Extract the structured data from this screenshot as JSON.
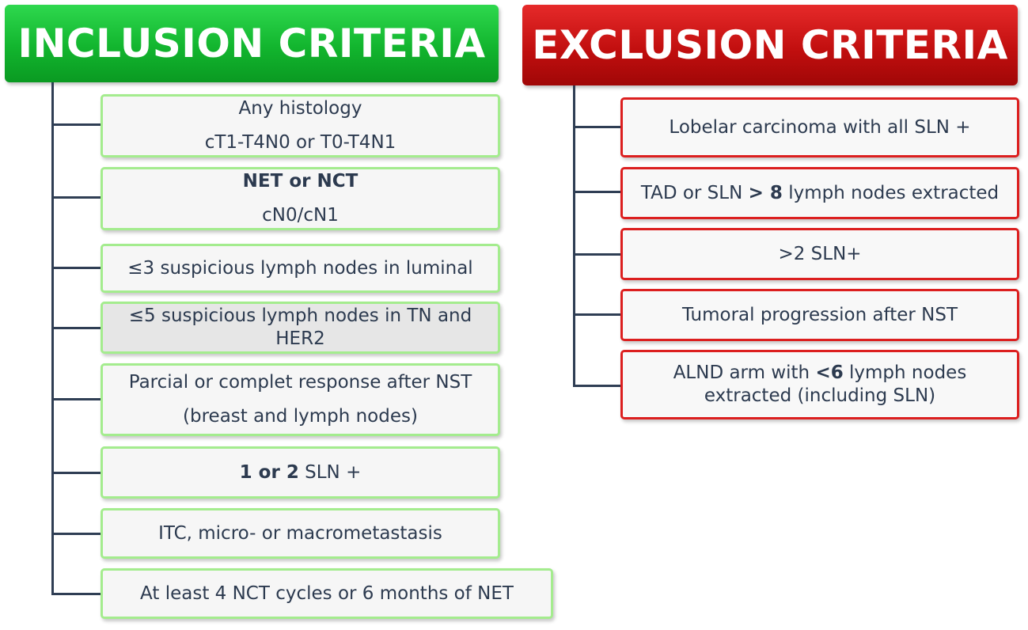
{
  "inclusion": {
    "title": "INCLUSION CRITERIA",
    "items": [
      {
        "line1": "Any histology",
        "line2": "cT1-T4N0 or T0-T4N1"
      },
      {
        "line1": "NET or NCT",
        "line2": "cN0/cN1"
      },
      {
        "text": "≤3 suspicious lymph nodes in luminal"
      },
      {
        "line1": "≤5 suspicious lymph nodes  in TN and",
        "line2": "HER2"
      },
      {
        "line1": "Parcial or complet response  after NST",
        "line2": "(breast and lymph nodes)"
      },
      {
        "bold": "1 or 2",
        "rest": " SLN +"
      },
      {
        "text": "ITC, micro- or macrometastasis"
      },
      {
        "text": "At least 4 NCT cycles or 6 months of NET"
      }
    ]
  },
  "exclusion": {
    "title": "EXCLUSION CRITERIA",
    "items": [
      {
        "text": "Lobelar carcinoma with all SLN +"
      },
      {
        "pre": "TAD or SLN ",
        "bold": "> 8",
        "post": " lymph nodes extracted"
      },
      {
        "text": ">2 SLN+"
      },
      {
        "text": "Tumoral progression  after NST"
      },
      {
        "pre": "ALND arm with  ",
        "bold": "<6",
        "post": " lymph nodes",
        "line2": "extracted (including SLN)"
      }
    ]
  },
  "colors": {
    "inclusion_header": "#12b52e",
    "exclusion_header": "#c20f0f",
    "inclusion_border": "#a4ec8e",
    "exclusion_border": "#dc1f1f",
    "connector": "#2f3e54",
    "text": "#2c3a4f"
  }
}
